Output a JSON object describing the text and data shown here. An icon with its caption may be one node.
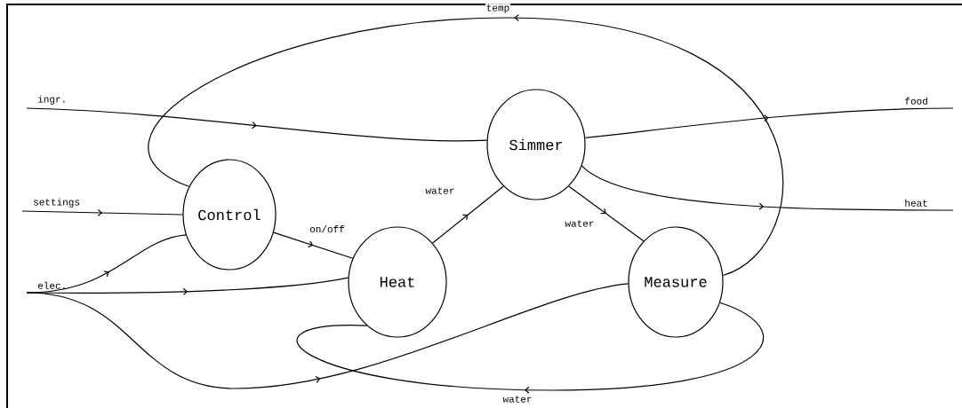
{
  "diagram": {
    "nodes": [
      {
        "text": [
          "Control"
        ]
      },
      {
        "text": [
          "Heat"
        ]
      },
      {
        "text": [
          "Simmer"
        ]
      },
      {
        "text": [
          "Measure"
        ]
      },
      {
        "text": [
          "ingr."
        ]
      },
      {
        "text": [
          "settings"
        ]
      },
      {
        "text": [
          "elec."
        ]
      },
      {
        "text": [
          "food"
        ]
      },
      {
        "text": [
          "heat"
        ]
      }
    ],
    "edges": [
      {
        "from": 4,
        "to": 2,
        "arrow": "to"
      },
      {
        "from": 5,
        "to": 0,
        "arrow": "to"
      },
      {
        "from": 6,
        "to": 0,
        "arrow": "to"
      },
      {
        "from": 6,
        "to": 1,
        "arrow": "to"
      },
      {
        "from": 6,
        "to": 3,
        "arrow": "to"
      },
      {
        "from": 0,
        "to": 1,
        "arrow": "to",
        "label": "on/off"
      },
      {
        "from": 1,
        "to": 2,
        "arrow": "to",
        "label": "water"
      },
      {
        "from": 2,
        "to": 3,
        "arrow": "to",
        "label": "water"
      },
      {
        "from": 3,
        "to": 1,
        "arrow": "to",
        "label": "water"
      },
      {
        "from": 3,
        "to": 0,
        "arrow": "to",
        "label": "temp"
      },
      {
        "from": 2,
        "to": 7,
        "arrow": "to"
      },
      {
        "from": 2,
        "to": 8,
        "arrow": "to"
      }
    ]
  }
}
